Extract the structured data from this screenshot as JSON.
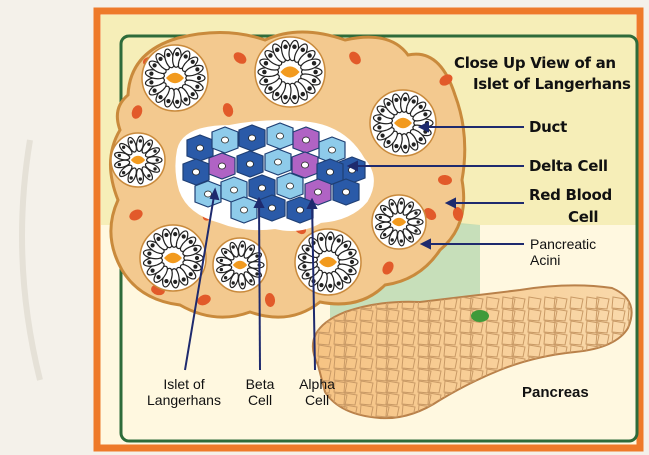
{
  "title": {
    "line1": "Close Up View of an",
    "line2": "Islet of Langerhans"
  },
  "labels": {
    "duct": "Duct",
    "delta_cell": "Delta Cell",
    "red_blood_cell_1": "Red Blood",
    "red_blood_cell_2": "Cell",
    "pancreatic_acini_1": "Pancreatic",
    "pancreatic_acini_2": "Acini",
    "islet_1": "Islet of",
    "islet_2": "Langerhans",
    "beta_1": "Beta",
    "beta_2": "Cell",
    "alpha_1": "Alpha",
    "alpha_2": "Cell",
    "pancreas": "Pancreas"
  },
  "colors": {
    "frame_orange": "#ee7a2a",
    "panel_yellow": "#f6eeb8",
    "panel_green": "#b9d8b0",
    "border_green": "#2e6b3a",
    "tissue": "#f3c98f",
    "tissue_edge": "#c98a3c",
    "rbc": "#e25a2a",
    "acinus_core": "#f29a1e",
    "beta_cell": "#8ecbea",
    "alpha_cell": "#2a5aa8",
    "delta_cell": "#b063c4",
    "pancreas_fill": "#f7c98a"
  }
}
